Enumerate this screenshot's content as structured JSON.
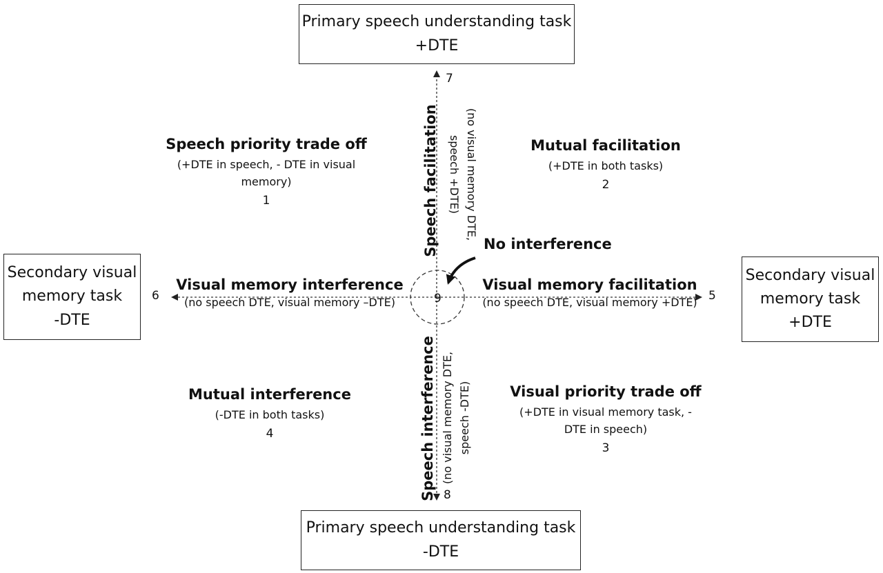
{
  "boxes": {
    "top": {
      "line1": "Primary speech understanding task",
      "line2": "+DTE"
    },
    "bottom": {
      "line1": "Primary speech understanding task",
      "line2": "-DTE"
    },
    "left": {
      "line1": "Secondary visual",
      "line2": "memory task",
      "line3": "-DTE"
    },
    "right": {
      "line1": "Secondary visual",
      "line2": "memory task",
      "line3": "+DTE"
    }
  },
  "axis_numbers": {
    "top": "7",
    "bottom": "8",
    "left": "6",
    "right": "5",
    "center": "9"
  },
  "quadrants": {
    "q1": {
      "title": "Speech priority trade off",
      "desc1": "(+DTE in speech, - DTE in visual",
      "desc2": "memory)",
      "number": "1"
    },
    "q2": {
      "title": "Mutual facilitation",
      "desc1": "(+DTE in both tasks)",
      "number": "2"
    },
    "q3": {
      "title": "Visual priority trade off",
      "desc1": "(+DTE in visual memory task, -",
      "desc2": "DTE in speech)",
      "number": "3"
    },
    "q4": {
      "title": "Mutual interference",
      "desc1": "(-DTE in both tasks)",
      "number": "4"
    }
  },
  "axes_labels": {
    "speech_facilitation": {
      "title": "Speech facilitation",
      "desc1": "(no visual memory DTE,",
      "desc2": "speech +DTE)"
    },
    "speech_interference": {
      "title": "Speech interference",
      "desc1": "(no visual memory DTE,",
      "desc2": "speech -DTE)"
    },
    "visual_memory_interference": {
      "title": "Visual memory interference",
      "desc": "(no speech DTE, visual memory –DTE)"
    },
    "visual_memory_facilitation": {
      "title": "Visual memory facilitation",
      "desc": "(no speech DTE, visual memory +DTE)"
    }
  },
  "no_interference": "No interference"
}
